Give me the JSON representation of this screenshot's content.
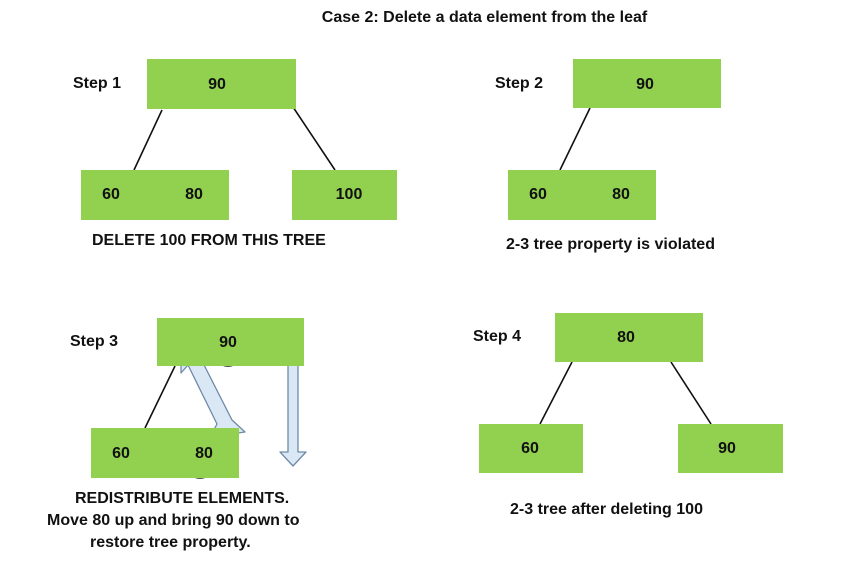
{
  "title": "Case 2: Delete a data element from the leaf",
  "step1": {
    "label": "Step 1",
    "root": "90",
    "left_a": "60",
    "left_b": "80",
    "right": "100",
    "caption": "DELETE 100 FROM THIS TREE"
  },
  "step2": {
    "label": "Step 2",
    "root": "90",
    "left_a": "60",
    "left_b": "80",
    "caption": "2-3 tree property is violated"
  },
  "step3": {
    "label": "Step 3",
    "root": "90",
    "left_a": "60",
    "left_b": "80",
    "caption_line1": "REDISTRIBUTE ELEMENTS.",
    "caption_line2": "Move 80  up and bring 90 down to",
    "caption_line3": "restore tree property."
  },
  "step4": {
    "label": "Step 4",
    "root": "80",
    "left": "60",
    "right": "90",
    "caption": "2-3 tree  after  deleting  100"
  },
  "colors": {
    "node_fill": "#92d050",
    "arrow_fill": "#dae8f5",
    "arrow_stroke": "#6f8aa6"
  }
}
